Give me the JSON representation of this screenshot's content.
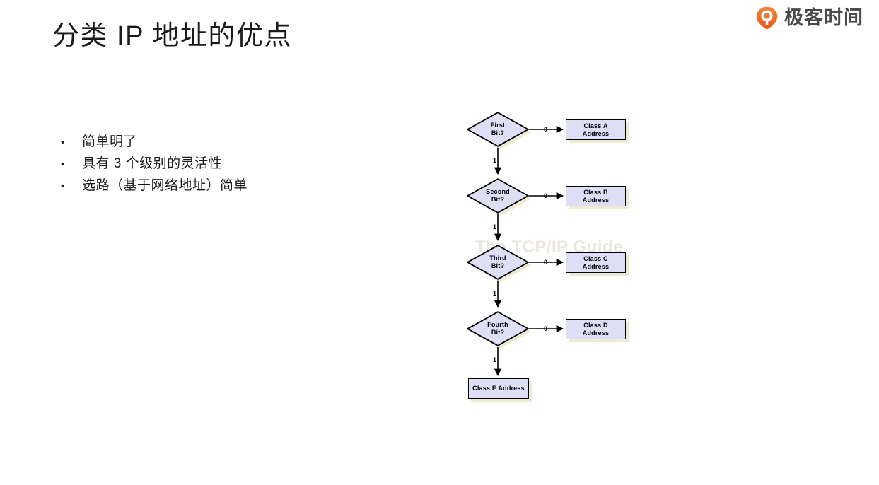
{
  "brand": {
    "logo_icon": "geek-time-logo-icon",
    "wordmark": "极客时间",
    "accent_color": "#f0622a",
    "wordmark_color": "#4a4a4a"
  },
  "slide": {
    "title": "分类 IP 地址的优点",
    "background_color": "#ffffff"
  },
  "bullets": [
    {
      "marker": "•",
      "text": "简单明了"
    },
    {
      "marker": "•",
      "text": "具有 3 个级别的灵活性"
    },
    {
      "marker": "•",
      "text": "选路（基于网络地址）简单"
    }
  ],
  "flowchart": {
    "watermark": "The TCP/IP Guide",
    "watermark_color": "#e8e6de",
    "node_fill": "#dedef4",
    "node_shadow": "#edebd0",
    "node_stroke": "#000000",
    "decisions": [
      {
        "line1": "First",
        "line2": "Bit?",
        "yes_label": "0",
        "no_label": "1"
      },
      {
        "line1": "Second",
        "line2": "Bit?",
        "yes_label": "0",
        "no_label": "1"
      },
      {
        "line1": "Third",
        "line2": "Bit?",
        "yes_label": "0",
        "no_label": "1"
      },
      {
        "line1": "Fourth",
        "line2": "Bit?",
        "yes_label": "0",
        "no_label": "1"
      }
    ],
    "outcomes": [
      {
        "line1": "Class A",
        "line2": "Address"
      },
      {
        "line1": "Class B",
        "line2": "Address"
      },
      {
        "line1": "Class C",
        "line2": "Address"
      },
      {
        "line1": "Class D",
        "line2": "Address"
      }
    ],
    "terminal": {
      "label": "Class E Address"
    }
  }
}
